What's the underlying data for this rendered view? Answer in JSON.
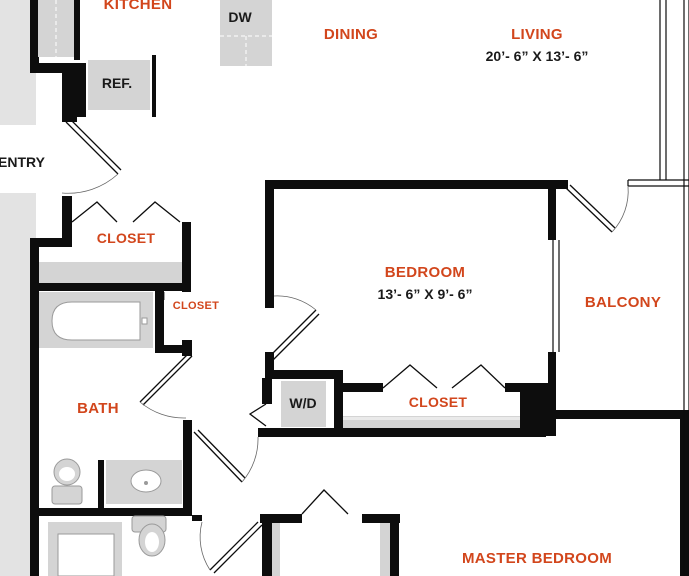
{
  "rooms": {
    "kitchen": "KITCHEN",
    "dining": "DINING",
    "living": "LIVING",
    "living_dims": "20’- 6” X 13’- 6”",
    "entry": "ENTRY",
    "closet_entry": "CLOSET",
    "closet_bath": "CLOSET",
    "bedroom": "BEDROOM",
    "bedroom_dims": "13’- 6” X 9’- 6”",
    "balcony": "BALCONY",
    "bath": "BATH",
    "closet_bedroom": "CLOSET",
    "master_bedroom": "MASTER BEDROOM"
  },
  "fixtures": {
    "dishwasher": "DW",
    "refrigerator": "REF.",
    "washer_dryer": "W/D"
  },
  "colors": {
    "wall": "#0d0d0d",
    "fixture_fill": "#d4d4d4",
    "label_accent": "#d2461c",
    "exterior_strip": "#e3e3e3"
  }
}
